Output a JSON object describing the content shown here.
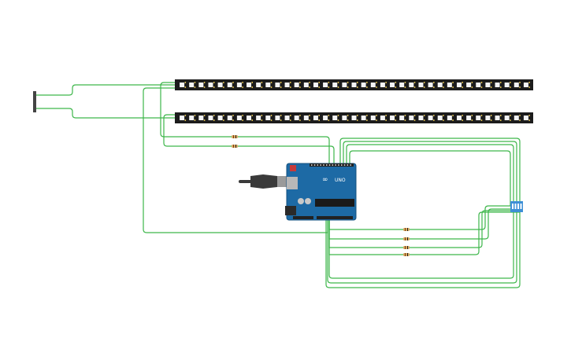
{
  "colors": {
    "background": "#ffffff",
    "wire": "#3db64a",
    "strip_body": "#1c1c1c",
    "led": "#f4f4f4",
    "arduino_board": "#1d6aa5",
    "arduino_edge": "#2f86c6",
    "header": "#222222",
    "resistor_body": "#d8a862",
    "dip_switch": "#3d8fd6",
    "usb_plug": "#3a3a3a",
    "power_rail": "#444444"
  },
  "board": {
    "name": "Arduino UNO",
    "label": "UNO"
  },
  "led_strips": [
    {
      "id": "strip-1",
      "led_count": 37
    },
    {
      "id": "strip-2",
      "led_count": 37
    }
  ],
  "resistors": {
    "strip_data_resistors": 2,
    "switch_pulldown_resistors": 4
  },
  "dip_switch": {
    "positions": 4
  },
  "icons": {
    "board": "arduino-uno-board",
    "strip": "led-strip",
    "resistor": "resistor",
    "switch": "dip-switch",
    "power": "power-connector",
    "usb": "usb-cable"
  }
}
